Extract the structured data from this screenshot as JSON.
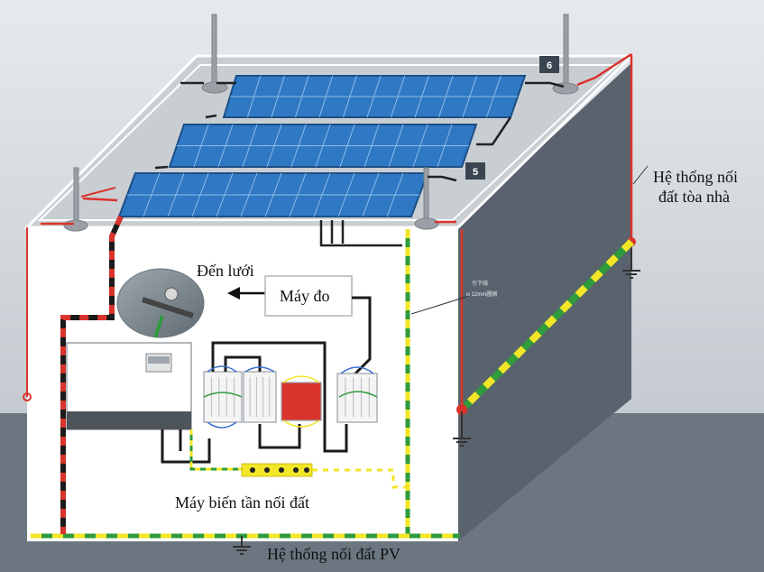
{
  "labels": {
    "grid": "Đến lưới",
    "meter": "Máy đo",
    "building_grounding_line1": "Hệ thống nối",
    "building_grounding_line2": "đất tòa nhà",
    "inverter_grounding": "Máy biến tần nối đất",
    "pv_grounding": "Hệ thống nối đất PV",
    "downlead_line1": "引下线",
    "downlead_line2": "φ 12mm圆钢"
  },
  "markers": {
    "marker_5": "5",
    "marker_6": "6"
  },
  "colors": {
    "background": "#cdd2d8",
    "ground": "#6b7680",
    "building_side": "#5a6570",
    "roof": "#c9ced3",
    "panel": "#2f78c4",
    "ground_wire_yellow": "#f2e627",
    "ground_wire_green": "#2e9b3c",
    "red_wire": "#d9342b",
    "black_wire": "#1b1b1b"
  },
  "icons": [
    "solar-panel",
    "lightning-rod",
    "inverter",
    "combiner-box",
    "ground-symbol",
    "meter"
  ]
}
